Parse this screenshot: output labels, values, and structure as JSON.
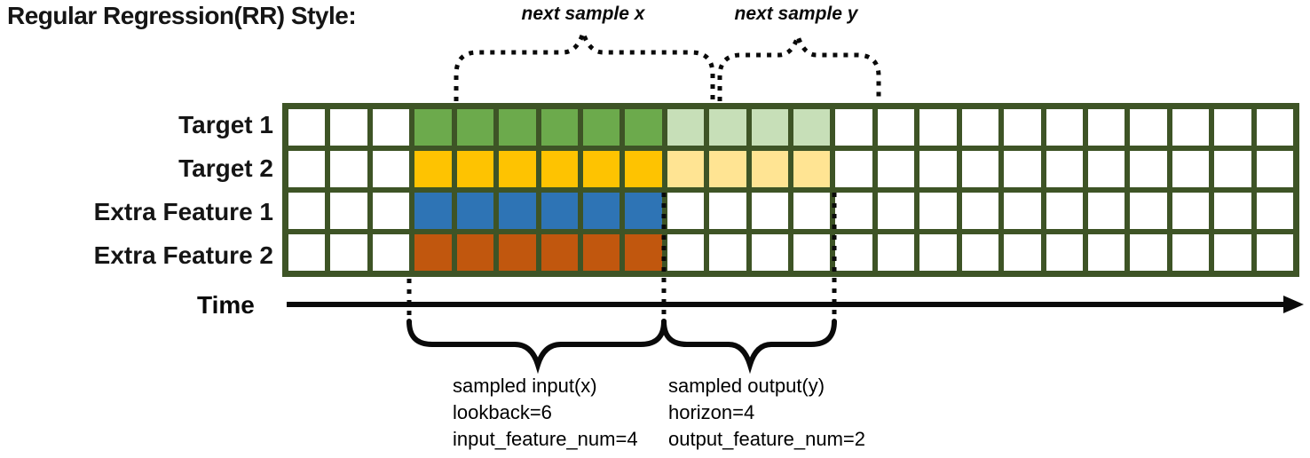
{
  "title": "Regular Regression(RR) Style:",
  "top_braces": {
    "next_sample_x": "next sample x",
    "next_sample_y": "next sample y"
  },
  "grid": {
    "columns": 24,
    "input_start_col": 3,
    "lookback": 6,
    "horizon": 4,
    "border_color": "#3e5426",
    "empty_color": "#ffffff",
    "rows": [
      {
        "label": "Target 1",
        "input_color": "#6caa4c",
        "output_color": "#c7dfb8",
        "has_output": true
      },
      {
        "label": "Target 2",
        "input_color": "#fec301",
        "output_color": "#ffe493",
        "has_output": true
      },
      {
        "label": "Extra Feature 1",
        "input_color": "#2e74b5",
        "output_color": null,
        "has_output": false
      },
      {
        "label": "Extra Feature 2",
        "input_color": "#c1570e",
        "output_color": null,
        "has_output": false
      }
    ]
  },
  "time_axis": {
    "label": "Time"
  },
  "bottom_labels": {
    "input": {
      "line1": "sampled input(x)",
      "line2": "lookback=6",
      "line3": "input_feature_num=4"
    },
    "output": {
      "line1": "sampled output(y)",
      "line2": "horizon=4",
      "line3": "output_feature_num=2"
    }
  }
}
